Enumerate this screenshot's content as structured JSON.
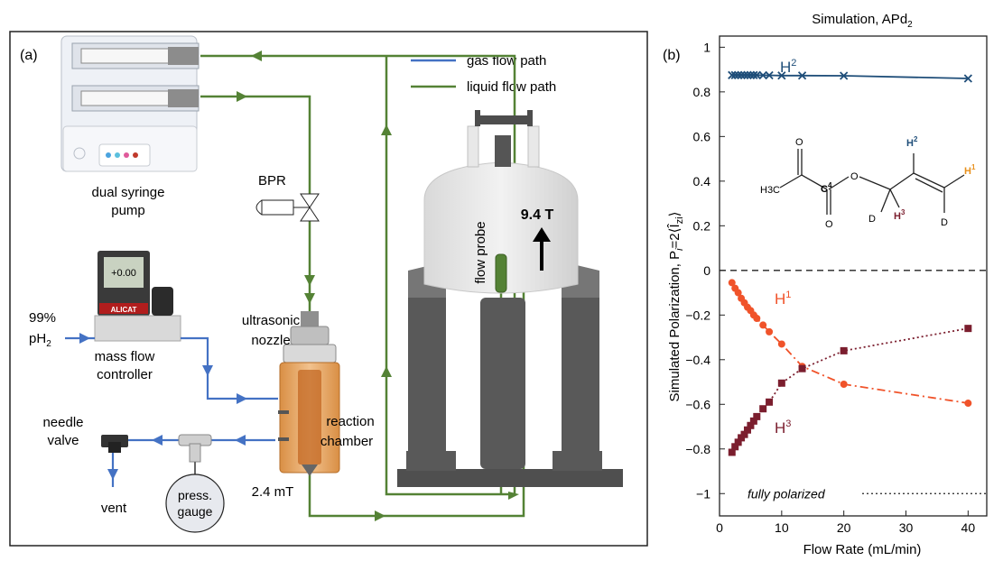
{
  "colors": {
    "gas": "#4472c4",
    "liquid": "#548235",
    "h2_series": "#1f4e79",
    "h1_series": "#f0532a",
    "h3_series": "#7b1e2e",
    "magnet": "#595959",
    "reaction_chamber": "#e4a96a"
  },
  "panel_a": {
    "label": "(a)",
    "legend": {
      "gas": "gas flow path",
      "liquid": "liquid flow path"
    },
    "labels": {
      "pump_line1": "dual syringe",
      "pump_line2": "pump",
      "bpr": "BPR",
      "ph2_purity": "99%",
      "ph2": "pH",
      "ph2_sub": "2",
      "mfc_line1": "mass flow",
      "mfc_line2": "controller",
      "mfc_display": "+0.00",
      "mfc_brand": "ALICAT",
      "nozzle_line1": "ultrasonic",
      "nozzle_line2": "nozzle",
      "chamber_line1": "reaction",
      "chamber_line2": "chamber",
      "chamber_field": "2.4 mT",
      "needle_line1": "needle",
      "needle_line2": "valve",
      "vent": "vent",
      "gauge_line1": "press.",
      "gauge_line2": "gauge",
      "field": "9.4 T",
      "probe": "flow probe"
    }
  },
  "panel_b": {
    "label": "(b)",
    "title": "Simulation, APd",
    "title_sub": "2",
    "ylabel": "Simulated Polarization, P",
    "ylabel_sub": "i",
    "ylabel_rhs": "=2⟨Î",
    "ylabel_rhs_sub": "zi",
    "ylabel_close": "⟩",
    "xlabel": "Flow Rate (mL/min)",
    "fully_polarized": "fully polarized",
    "molecule": {
      "h3c": "H3C",
      "o_top": "O",
      "o_ester": "O",
      "c4": "C",
      "c4_sup": "4",
      "o_bottom": "O",
      "d_left": "D",
      "h3": "H",
      "h3_sup": "3",
      "h2": "H",
      "h2_sup": "2",
      "h1": "H",
      "h1_sup": "1",
      "d_right": "D"
    }
  },
  "chart_data": {
    "type": "line",
    "xlabel": "Flow Rate (mL/min)",
    "ylabel": "Simulated Polarization, P_i=2⟨Î_zi⟩",
    "title": "Simulation, APd2",
    "xlim": [
      0,
      43
    ],
    "ylim": [
      -1.1,
      1.05
    ],
    "xticks": [
      0,
      10,
      20,
      30,
      40
    ],
    "yticks": [
      -1,
      -0.8,
      -0.6,
      -0.4,
      -0.2,
      0,
      0.2,
      0.4,
      0.6,
      0.8,
      1
    ],
    "reference_lines": [
      {
        "y": 0,
        "style": "dashed"
      },
      {
        "y": -1,
        "style": "dotted",
        "label": "fully polarized"
      }
    ],
    "series": [
      {
        "name": "H2",
        "label_base": "H",
        "label_sup": "2",
        "marker": "x",
        "line": "solid",
        "x": [
          2,
          2.5,
          3,
          3.5,
          4,
          4.5,
          5,
          5.5,
          6,
          7,
          8,
          10,
          13.3,
          20,
          40
        ],
        "y": [
          0.875,
          0.875,
          0.875,
          0.875,
          0.875,
          0.875,
          0.875,
          0.875,
          0.875,
          0.874,
          0.874,
          0.873,
          0.873,
          0.872,
          0.86
        ]
      },
      {
        "name": "H1",
        "label_base": "H",
        "label_sup": "1",
        "marker": "circle",
        "line": "dashdot",
        "x": [
          2,
          2.5,
          3,
          3.5,
          4,
          4.5,
          5,
          5.5,
          6,
          7,
          8,
          10,
          13.3,
          20,
          40
        ],
        "y": [
          -0.055,
          -0.08,
          -0.1,
          -0.125,
          -0.145,
          -0.165,
          -0.18,
          -0.2,
          -0.215,
          -0.245,
          -0.275,
          -0.33,
          -0.43,
          -0.51,
          -0.595
        ]
      },
      {
        "name": "H3",
        "label_base": "H",
        "label_sup": "3",
        "marker": "square",
        "line": "dotted",
        "x": [
          2,
          2.5,
          3,
          3.5,
          4,
          4.5,
          5,
          5.5,
          6,
          7,
          8,
          10,
          13.3,
          20,
          40
        ],
        "y": [
          -0.815,
          -0.79,
          -0.77,
          -0.75,
          -0.735,
          -0.715,
          -0.695,
          -0.675,
          -0.655,
          -0.62,
          -0.59,
          -0.505,
          -0.44,
          -0.36,
          -0.26
        ]
      }
    ]
  }
}
